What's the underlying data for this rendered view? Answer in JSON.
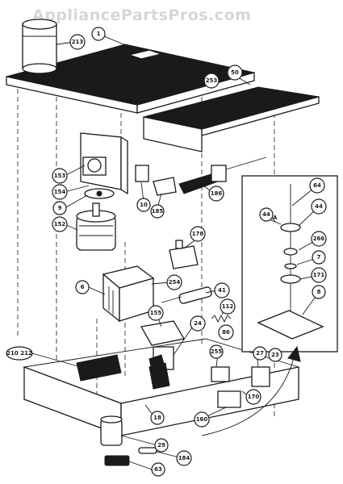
{
  "watermark": "AppliancePartsPros.com",
  "callouts": [
    {
      "id": "c1",
      "label": "1"
    },
    {
      "id": "c213",
      "label": "213"
    },
    {
      "id": "c253",
      "label": "253"
    },
    {
      "id": "c50",
      "label": "50"
    },
    {
      "id": "c153",
      "label": "153"
    },
    {
      "id": "c154",
      "label": "154"
    },
    {
      "id": "c9",
      "label": "9"
    },
    {
      "id": "c152",
      "label": "152"
    },
    {
      "id": "c10",
      "label": "10"
    },
    {
      "id": "c185",
      "label": "185"
    },
    {
      "id": "c186",
      "label": "186"
    },
    {
      "id": "c178",
      "label": "178"
    },
    {
      "id": "c6",
      "label": "6"
    },
    {
      "id": "c254",
      "label": "254"
    },
    {
      "id": "c41",
      "label": "41"
    },
    {
      "id": "c112",
      "label": "112"
    },
    {
      "id": "c86",
      "label": "86"
    },
    {
      "id": "c155",
      "label": "155"
    },
    {
      "id": "c24",
      "label": "24"
    },
    {
      "id": "c210_212",
      "label": "210 212"
    },
    {
      "id": "c255",
      "label": "255"
    },
    {
      "id": "c27",
      "label": "27"
    },
    {
      "id": "c23",
      "label": "23"
    },
    {
      "id": "c170",
      "label": "170"
    },
    {
      "id": "c18",
      "label": "18"
    },
    {
      "id": "c160",
      "label": "160"
    },
    {
      "id": "c29",
      "label": "29"
    },
    {
      "id": "c184",
      "label": "184"
    },
    {
      "id": "c63",
      "label": "63"
    },
    {
      "id": "c64",
      "label": "64"
    },
    {
      "id": "c44",
      "label": "44"
    },
    {
      "id": "c44a",
      "label": "44"
    },
    {
      "id": "c266",
      "label": "266"
    },
    {
      "id": "c7",
      "label": "7"
    },
    {
      "id": "c171",
      "label": "171"
    },
    {
      "id": "c8",
      "label": "8"
    }
  ],
  "suffix_a": "A"
}
